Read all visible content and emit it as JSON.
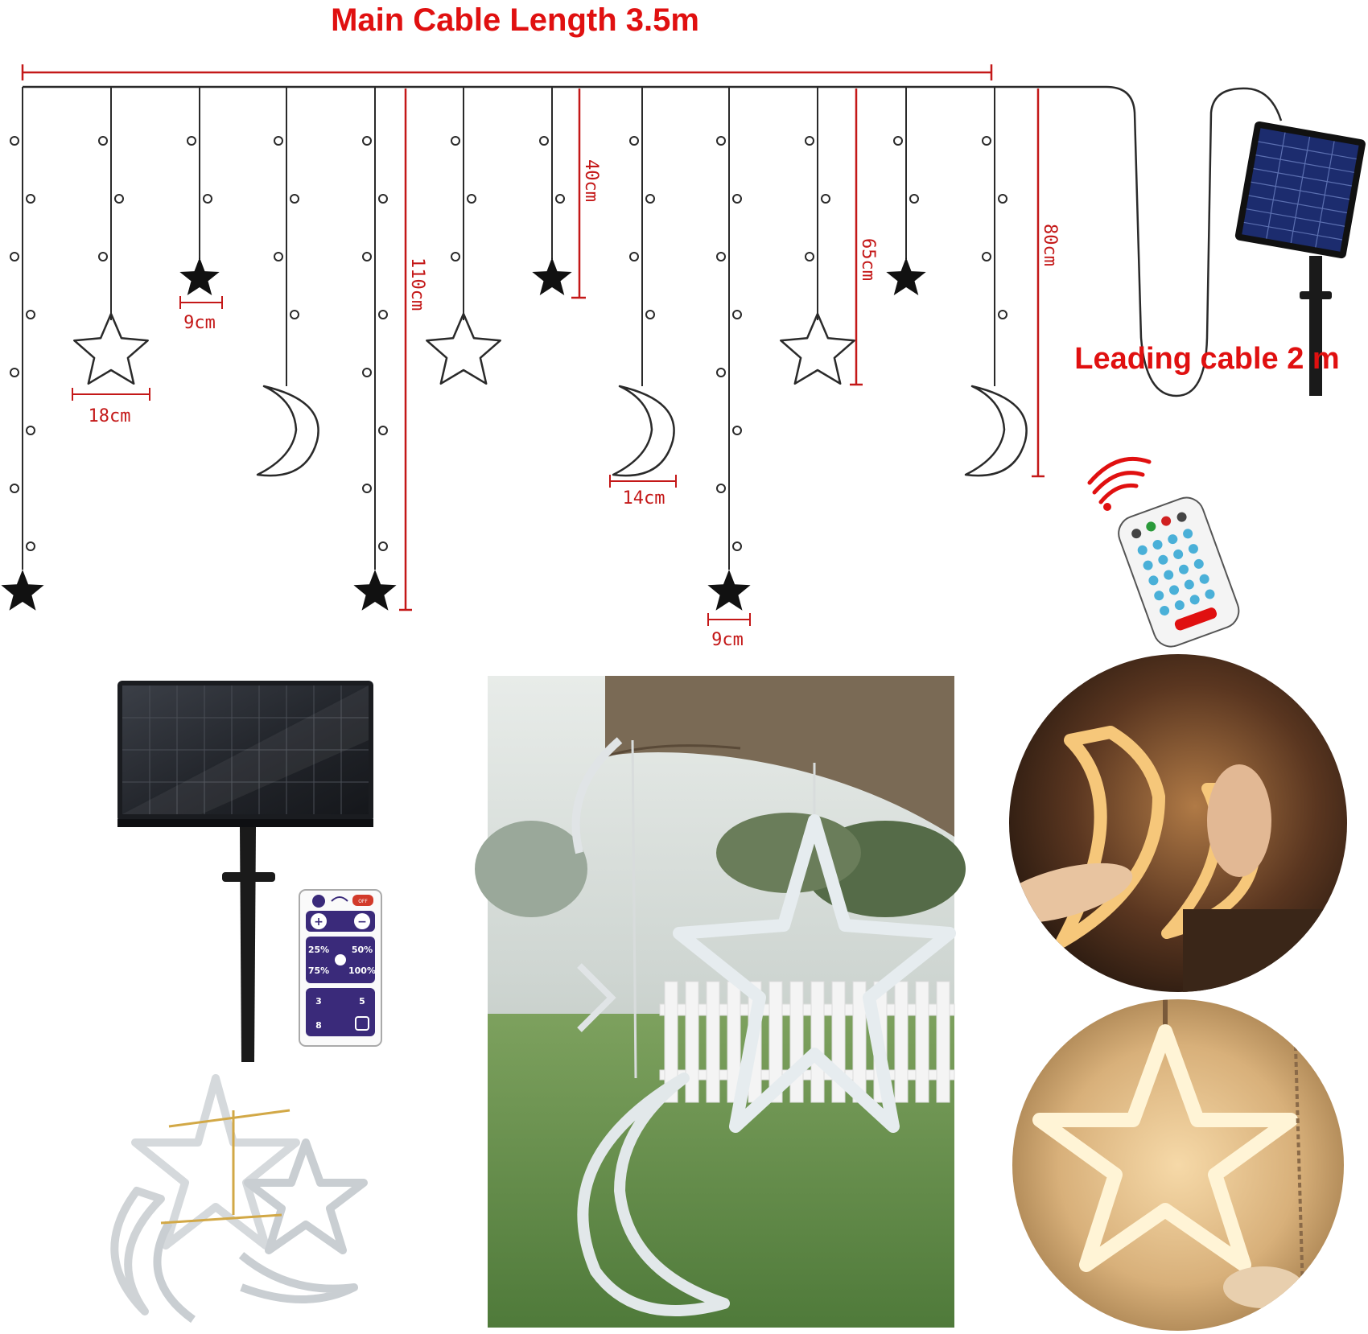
{
  "title": "Main  Cable Length 3.5m",
  "leading_cable_label": "Leading cable 2 m",
  "dimensions": {
    "star_small_width": "9cm",
    "star_large_width": "18cm",
    "moon_width": "14cm",
    "star_small_width_bottom": "9cm",
    "strand_110": "110cm",
    "strand_40": "40cm",
    "strand_65": "65cm",
    "strand_80": "80cm"
  },
  "remote": {
    "off_label": "OFF",
    "brightness": [
      "25%",
      "50%",
      "75%",
      "100%"
    ],
    "timer": [
      "3",
      "5",
      "8"
    ]
  },
  "colors": {
    "dimension_red": "#c41818",
    "title_red": "#e01010",
    "wire": "#2a2a2a",
    "solar_panel": "#1c2c6e",
    "warm_glow": "#f6c77a"
  },
  "icons": {
    "panel": "solar-panel-icon",
    "remote": "remote-control-icon",
    "signal": "wireless-signal-icon",
    "star": "star-icon",
    "moon": "crescent-moon-icon"
  }
}
